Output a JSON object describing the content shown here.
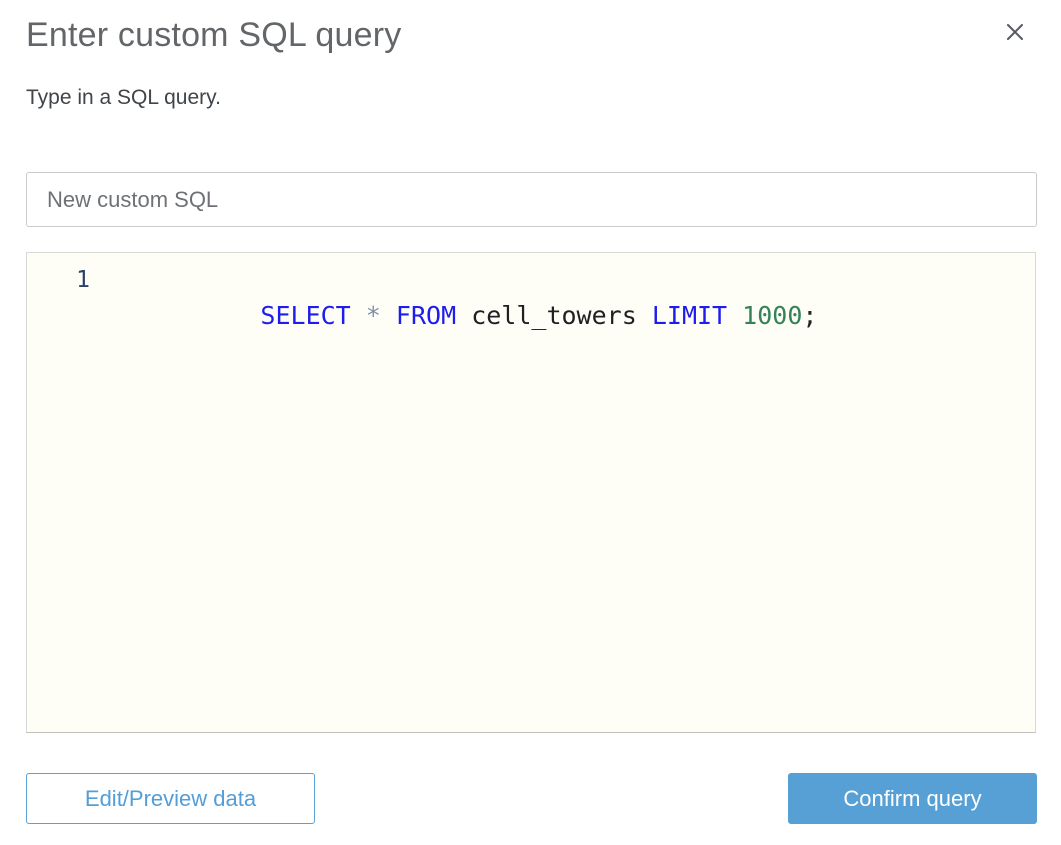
{
  "dialog": {
    "title": "Enter custom SQL query",
    "subtitle": "Type in a SQL query."
  },
  "name_input": {
    "value": "New custom SQL"
  },
  "editor": {
    "lines": [
      {
        "number": "1",
        "tokens": [
          {
            "text": "SELECT",
            "type": "keyword"
          },
          {
            "text": " ",
            "type": "plain"
          },
          {
            "text": "*",
            "type": "operator"
          },
          {
            "text": " ",
            "type": "plain"
          },
          {
            "text": "FROM",
            "type": "keyword"
          },
          {
            "text": " ",
            "type": "plain"
          },
          {
            "text": "cell_towers",
            "type": "identifier"
          },
          {
            "text": " ",
            "type": "plain"
          },
          {
            "text": "LIMIT",
            "type": "keyword"
          },
          {
            "text": " ",
            "type": "plain"
          },
          {
            "text": "1000",
            "type": "number"
          },
          {
            "text": ";",
            "type": "punct"
          }
        ]
      }
    ]
  },
  "buttons": {
    "edit_preview": "Edit/Preview data",
    "confirm": "Confirm query"
  },
  "colors": {
    "accent_blue": "#56a0d5",
    "keyword_blue": "#1d1df0",
    "number_green": "#338258",
    "editor_background": "#fffef6",
    "title_gray": "#626669"
  }
}
